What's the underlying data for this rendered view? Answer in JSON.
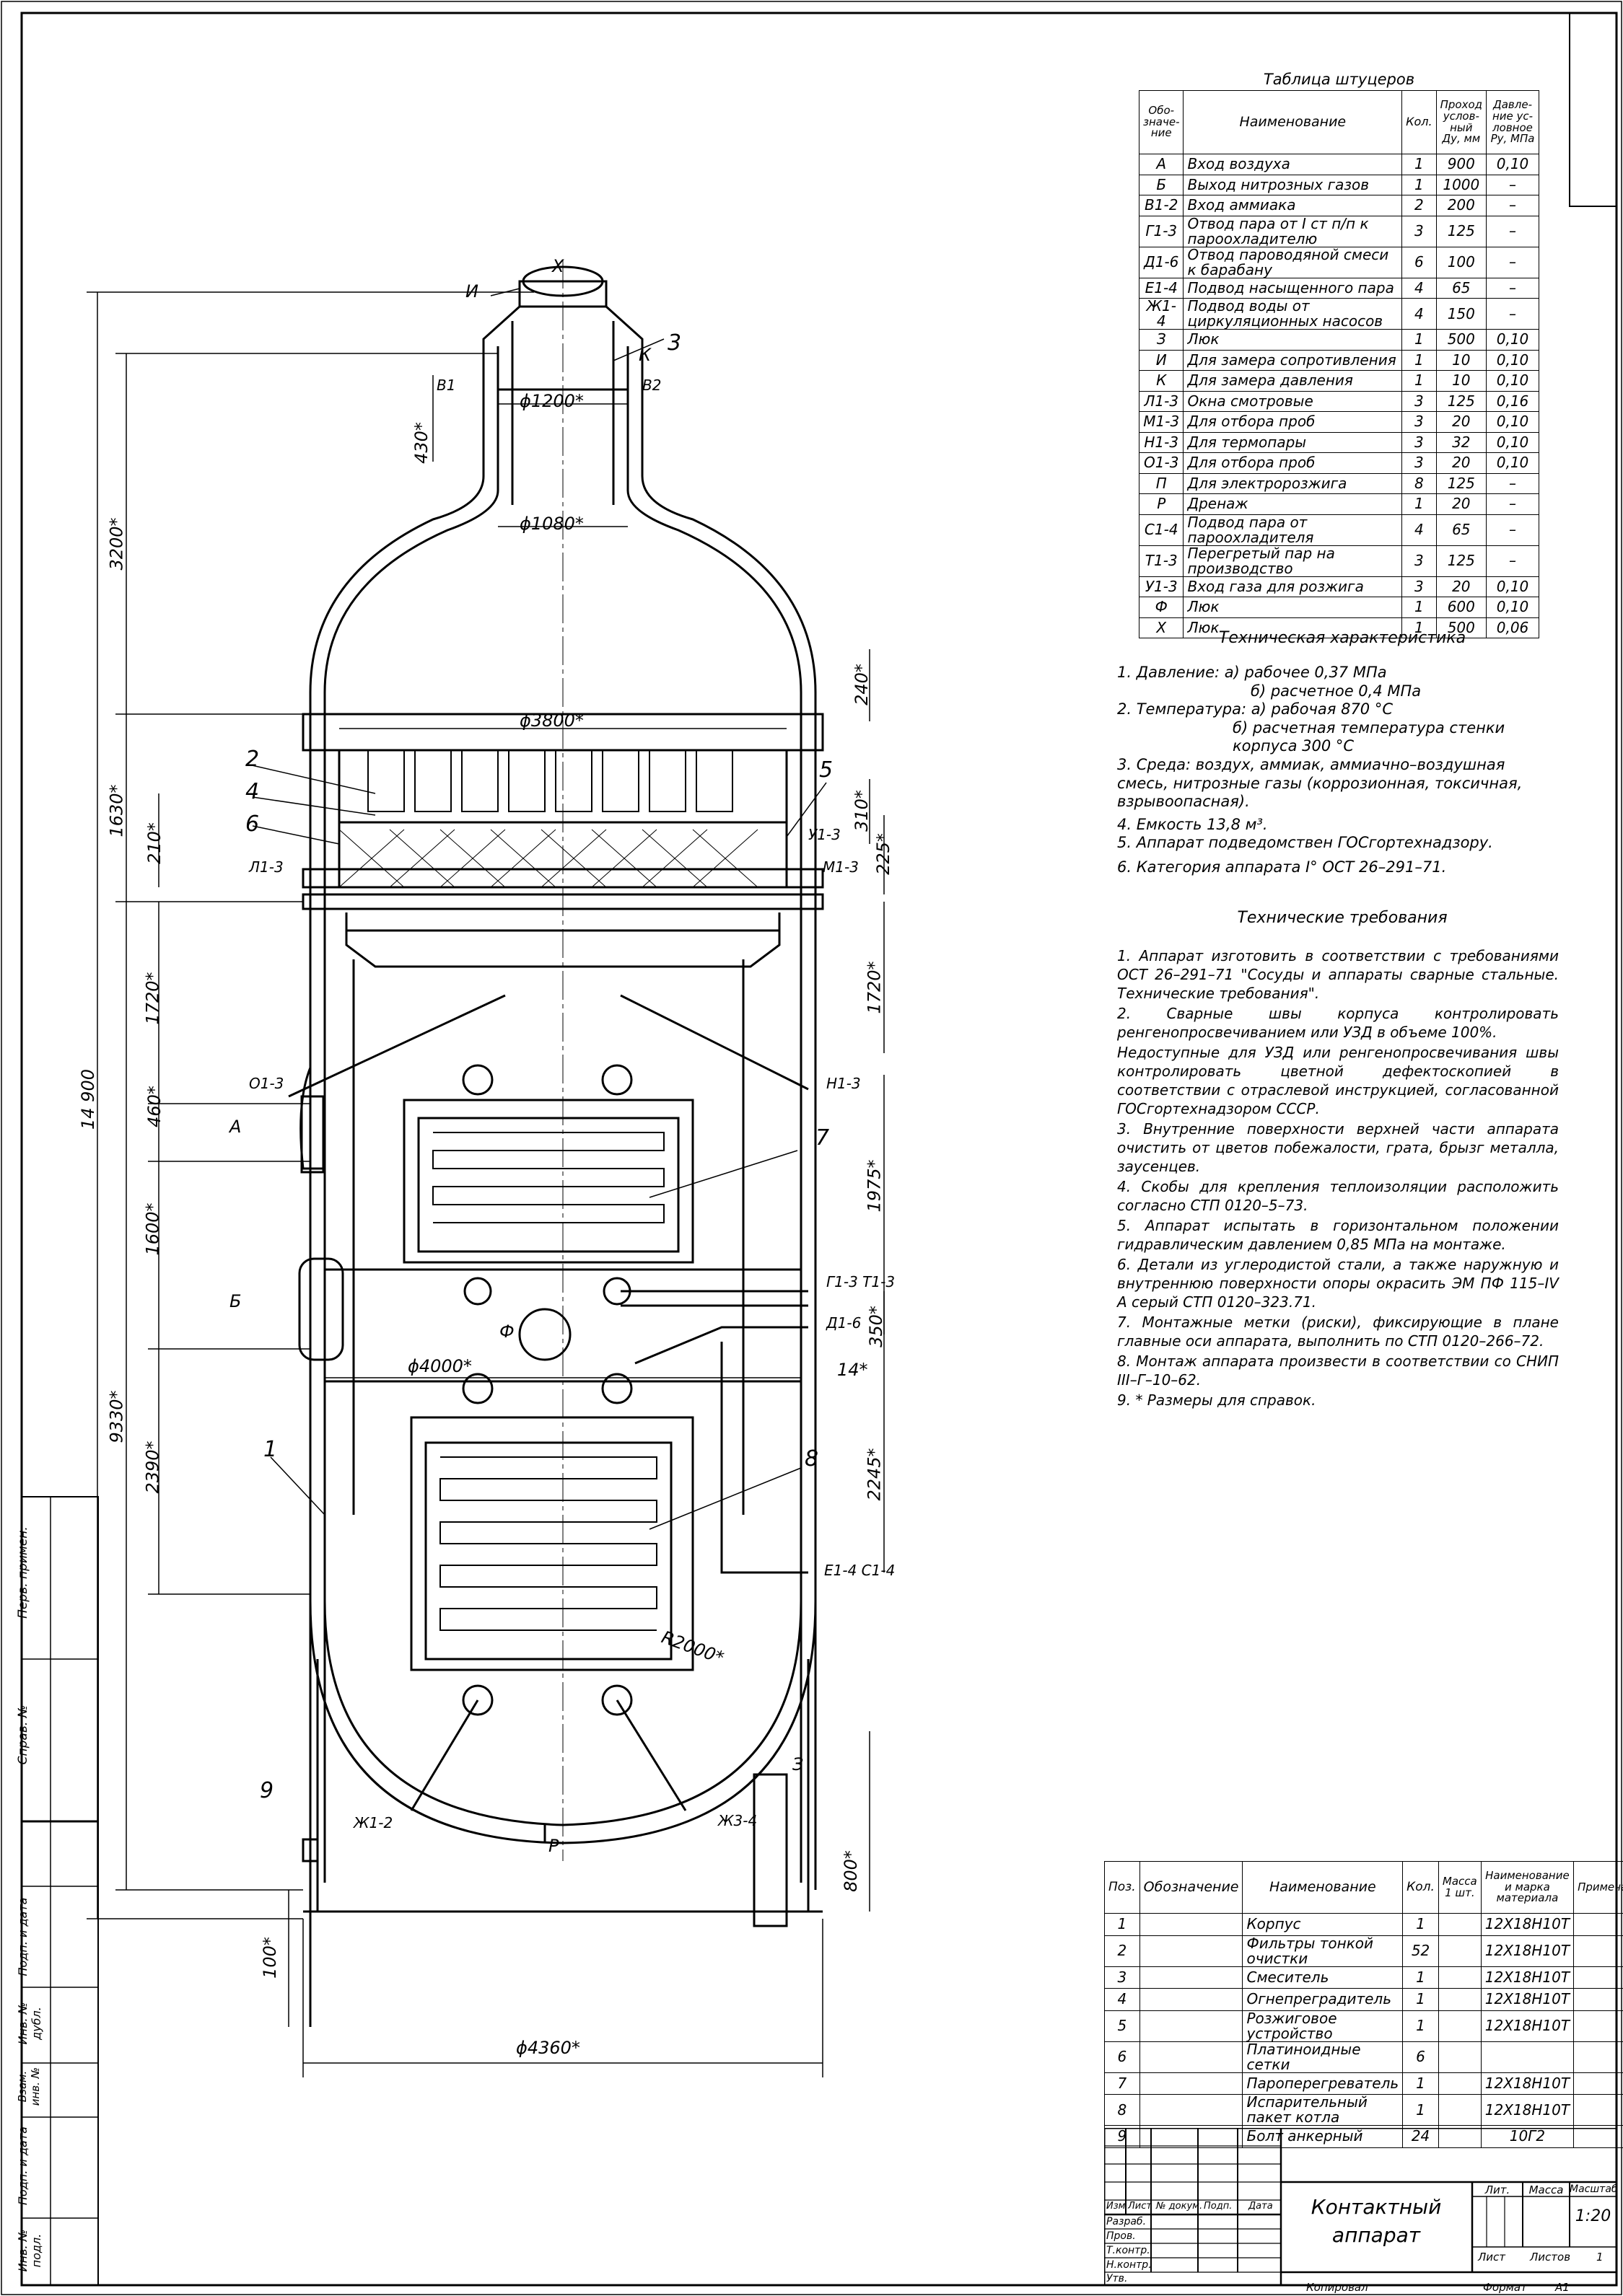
{
  "nozzles": {
    "title": "Таблица штуцеров",
    "headers": {
      "designation": "Обо-значе-ние",
      "name": "Наименование",
      "qty": "Кол.",
      "bore": "Проход услов-ный Ду, мм",
      "pressure": "Давле-ние ус-ловное Ру, МПа"
    },
    "rows": [
      {
        "d": "А",
        "n": "Вход воздуха",
        "q": "1",
        "b": "900",
        "p": "0,10"
      },
      {
        "d": "Б",
        "n": "Выход нитрозных газов",
        "q": "1",
        "b": "1000",
        "p": "–"
      },
      {
        "d": "В1-2",
        "n": "Вход аммиака",
        "q": "2",
        "b": "200",
        "p": "–"
      },
      {
        "d": "Г1-3",
        "n": "Отвод пара от I ст п/п к пароохладителю",
        "q": "3",
        "b": "125",
        "p": "–"
      },
      {
        "d": "Д1-6",
        "n": "Отвод пароводяной смеси к барабану",
        "q": "6",
        "b": "100",
        "p": "–"
      },
      {
        "d": "Е1-4",
        "n": "Подвод насыщенного пара",
        "q": "4",
        "b": "65",
        "p": "–"
      },
      {
        "d": "Ж1-4",
        "n": "Подвод воды от циркуляционных насосов",
        "q": "4",
        "b": "150",
        "p": "–"
      },
      {
        "d": "З",
        "n": "Люк",
        "q": "1",
        "b": "500",
        "p": "0,10"
      },
      {
        "d": "И",
        "n": "Для замера сопротивления",
        "q": "1",
        "b": "10",
        "p": "0,10"
      },
      {
        "d": "К",
        "n": "Для замера давления",
        "q": "1",
        "b": "10",
        "p": "0,10"
      },
      {
        "d": "Л1-3",
        "n": "Окна смотровые",
        "q": "3",
        "b": "125",
        "p": "0,16"
      },
      {
        "d": "М1-3",
        "n": "Для отбора проб",
        "q": "3",
        "b": "20",
        "p": "0,10"
      },
      {
        "d": "Н1-3",
        "n": "Для термопары",
        "q": "3",
        "b": "32",
        "p": "0,10"
      },
      {
        "d": "О1-3",
        "n": "Для отбора проб",
        "q": "3",
        "b": "20",
        "p": "0,10"
      },
      {
        "d": "П",
        "n": "Для электророзжига",
        "q": "8",
        "b": "125",
        "p": "–"
      },
      {
        "d": "Р",
        "n": "Дренаж",
        "q": "1",
        "b": "20",
        "p": "–"
      },
      {
        "d": "С1-4",
        "n": "Подвод пара от пароохладителя",
        "q": "4",
        "b": "65",
        "p": "–"
      },
      {
        "d": "Т1-3",
        "n": "Перегретый пар на производство",
        "q": "3",
        "b": "125",
        "p": "–"
      },
      {
        "d": "У1-3",
        "n": "Вход газа для розжига",
        "q": "3",
        "b": "20",
        "p": "0,10"
      },
      {
        "d": "Ф",
        "n": "Люк",
        "q": "1",
        "b": "600",
        "p": "0,10"
      },
      {
        "d": "Х",
        "n": "Люк",
        "q": "1",
        "b": "500",
        "p": "0,06"
      }
    ]
  },
  "tech_char": {
    "title": "Техническая характеристика",
    "lines": [
      "1. Давление: а) рабочее 0,37 МПа",
      "б) расчетное 0,4 МПа",
      "2. Температура: а) рабочая 870 °С",
      "б) расчетная температура стенки корпуса 300 °С",
      "3. Среда: воздух, аммиак, аммиачно–воздушная смесь, нитрозные газы (коррозионная, токсичная, взрывоопасная).",
      "4. Емкость 13,8 м³.",
      "5. Аппарат подведомствен ГОСгортехнадзору.",
      "6. Категория аппарата I° ОСТ 26–291–71."
    ]
  },
  "tech_req": {
    "title": "Технические требования",
    "lines": [
      "1. Аппарат изготовить в соответствии с требованиями ОСТ 26–291–71 \"Сосуды и аппараты сварные стальные. Технические требования\".",
      "2. Сварные швы корпуса контролировать ренгенопросвечиванием или УЗД в объеме 100%.",
      "Недоступные для УЗД или ренгенопросвечивания швы контролировать цветной дефектоскопией в соответствии с отраслевой инструкцией, согласованной ГОСгортехнадзором СССР.",
      "3. Внутренние поверхности верхней части аппарата очистить от цветов побежалости, грата, брызг металла, заусенцев.",
      "4. Скобы для крепления теплоизоляции расположить согласно СТП 0120–5–73.",
      "5. Аппарат испытать в горизонтальном положении гидравлическим давлением 0,85 МПа на монтаже.",
      "6. Детали из углеродистой стали, а также наружную и внутреннюю поверхности опоры окрасить ЭМ ПФ 115–IV А серый СТП 0120–323.71.",
      "7. Монтажные метки (риски), фиксирующие в плане главные оси аппарата, выполнить по СТП 0120–266–72.",
      "8. Монтаж аппарата произвести в соответствии со СНИП III–Г–10–62.",
      "9. * Размеры для справок."
    ]
  },
  "parts": {
    "headers": {
      "pos": "Поз.",
      "code": "Обозначение",
      "name": "Наименование",
      "qty": "Кол.",
      "mass": "Масса 1 шт.",
      "material": "Наименование и марка материала",
      "note": "Примечание"
    },
    "rows": [
      {
        "pos": "1",
        "name": "Корпус",
        "qty": "1",
        "mat": "12Х18Н10Т"
      },
      {
        "pos": "2",
        "name": "Фильтры тонкой очистки",
        "qty": "52",
        "mat": "12Х18Н10Т"
      },
      {
        "pos": "3",
        "name": "Смеситель",
        "qty": "1",
        "mat": "12Х18Н10Т"
      },
      {
        "pos": "4",
        "name": "Огнепреградитель",
        "qty": "1",
        "mat": "12Х18Н10Т"
      },
      {
        "pos": "5",
        "name": "Розжиговое устройство",
        "qty": "1",
        "mat": "12Х18Н10Т"
      },
      {
        "pos": "6",
        "name": "Платиноидные сетки",
        "qty": "6",
        "mat": ""
      },
      {
        "pos": "7",
        "name": "Пароперегреватель",
        "qty": "1",
        "mat": "12Х18Н10Т"
      },
      {
        "pos": "8",
        "name": "Испарительный пакет котла",
        "qty": "1",
        "mat": "12Х18Н10Т"
      },
      {
        "pos": "9",
        "name": "Болт анкерный",
        "qty": "24",
        "mat": "10Г2"
      }
    ]
  },
  "title_block": {
    "name_line1": "Контактный",
    "name_line2": "аппарат",
    "izm": "Изм",
    "list": "Лист",
    "doc_no": "№ докум.",
    "sign": "Подп.",
    "date": "Дата",
    "razrab": "Разраб.",
    "prov": "Пров.",
    "tkontr": "Т.контр.",
    "nkontr": "Н.контр.",
    "utv": "Утв.",
    "lit": "Лит.",
    "massa": "Масса",
    "masshtab": "Масштаб",
    "scale": "1:20",
    "sheet": "Лист",
    "sheets": "Листов",
    "sheets_n": "1",
    "copied": "Копировал",
    "format": "Формат",
    "format_v": "А1"
  },
  "side_block": {
    "labels": [
      "Перв. примен.",
      "Справ. №",
      "Подп. и дата",
      "Инв. № дубл.",
      "Взам. инв. №",
      "Подп. и дата",
      "Инв. № подл."
    ]
  },
  "drawing": {
    "dims": {
      "d1200": "ϕ1200*",
      "d1080": "ϕ1080*",
      "d3800": "ϕ3800*",
      "d4000": "ϕ4000*",
      "d4360": "ϕ4360*",
      "h430": "430*",
      "h3200": "3200*",
      "h1630": "1630*",
      "h210": "210*",
      "h1720l": "1720*",
      "h460": "460*",
      "h1600": "1600*",
      "h2390": "2390*",
      "h9330": "9330*",
      "h14900": "14 900",
      "h100": "100*",
      "h240": "240*",
      "h310": "310*",
      "h225": "225*",
      "h1720r": "1720*",
      "h1975": "1975*",
      "h350": "350*",
      "h14": "14*",
      "h2245": "2245*",
      "h800": "800*",
      "r2000": "R2000*"
    },
    "labels": {
      "X": "Х",
      "I": "И",
      "K": "К",
      "p3": "3",
      "V1": "В1",
      "V2": "В2",
      "p2": "2",
      "p4": "4",
      "p6": "6",
      "p5": "5",
      "L": "Л1-3",
      "U": "У1-3",
      "M": "М1-3",
      "O": "О1-3",
      "N": "Н1-3",
      "A": "А",
      "p7": "7",
      "B": "Б",
      "GT": "Г1-3 Т1-3",
      "D": "Д1-6",
      "F": "Ф",
      "p1": "1",
      "p8": "8",
      "EC": "Е1-4 С1-4",
      "Z": "З",
      "p9": "9",
      "Zh1": "Ж1-2",
      "Zh2": "Ж3-4",
      "R": "Р"
    }
  }
}
